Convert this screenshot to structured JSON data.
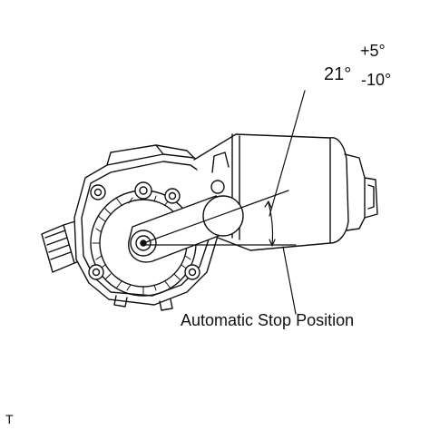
{
  "diagram": {
    "angle": {
      "value": "21°",
      "tolerance_upper": "+5°",
      "tolerance_lower": "-10°"
    },
    "callout": "Automatic Stop Position",
    "corner_mark": "T"
  }
}
